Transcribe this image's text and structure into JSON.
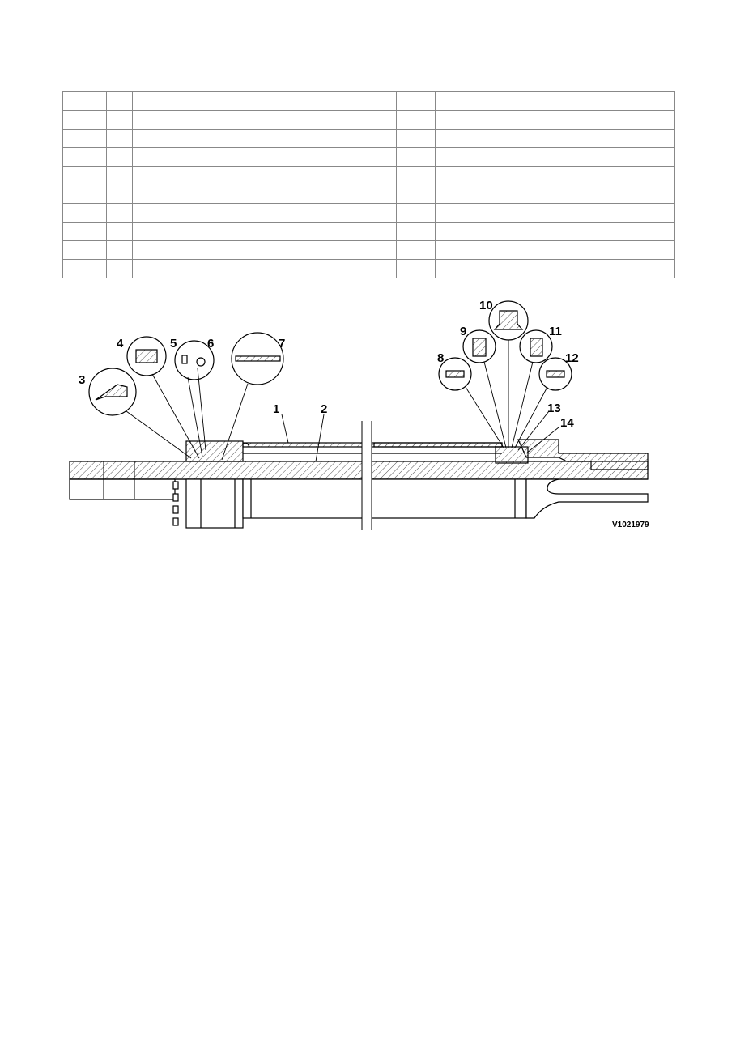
{
  "parts_table": {
    "rows": 10,
    "cols": 6
  },
  "figure": {
    "code": "V1021979",
    "callouts": [
      "1",
      "2",
      "3",
      "4",
      "5",
      "6",
      "7",
      "8",
      "9",
      "10",
      "11",
      "12",
      "13",
      "14"
    ]
  }
}
